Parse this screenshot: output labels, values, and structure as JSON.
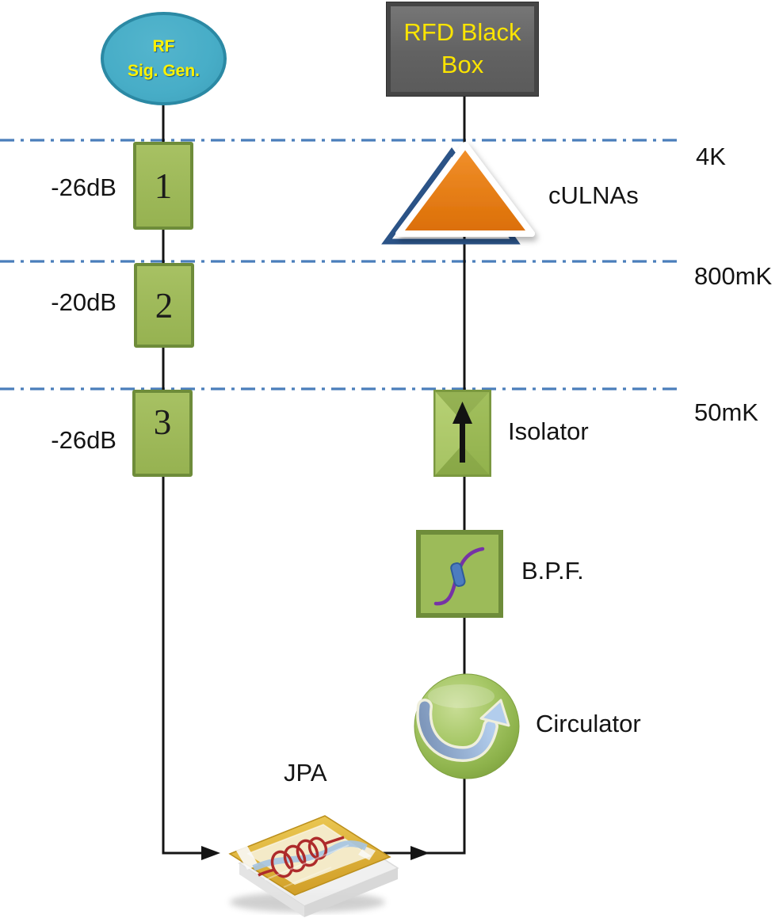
{
  "diagram": {
    "source_generator": {
      "line1": "RF",
      "line2": "Sig. Gen."
    },
    "output_box": {
      "label": "RFD Black Box"
    },
    "stages": [
      {
        "label": "4K"
      },
      {
        "label": "800mK"
      },
      {
        "label": "50mK"
      }
    ],
    "attenuators": [
      {
        "number": "1",
        "attenuation": "-26dB"
      },
      {
        "number": "2",
        "attenuation": "-20dB"
      },
      {
        "number": "3",
        "attenuation": "-26dB"
      }
    ],
    "components": {
      "amplifier_label": "cULNAs",
      "isolator_label": "Isolator",
      "bpf_label": "B.P.F.",
      "circulator_label": "Circulator",
      "jpa_label": "JPA"
    },
    "colors": {
      "stage_line_blue": "#4A7EBB",
      "attenuator_green": "#9CBB59",
      "attenuator_border_green": "#6E8C3A",
      "amplifier_orange": "#E26B0A",
      "amplifier_back_outline_blue": "#2B5387",
      "source_teal": "#47ADC7",
      "box_gray": "#666666",
      "label_yellow": "#FBE400",
      "signal_line_black": "#141414",
      "bpf_curve_purple": "#7633A6",
      "circulator_arrow_blue": "#A9C6E8",
      "jpa_coil_red": "#AE2B2B"
    }
  }
}
